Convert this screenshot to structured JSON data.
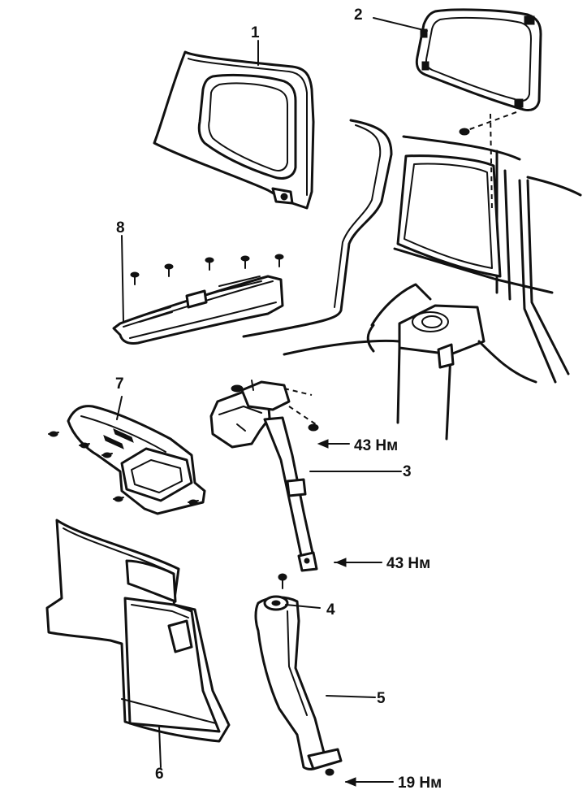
{
  "labels": {
    "part1": "1",
    "part2": "2",
    "part3": "3",
    "part4": "4",
    "part5": "5",
    "part6": "6",
    "part7": "7",
    "part8": "8"
  },
  "torques": {
    "belt_anchor_upper": "43 Нм",
    "belt_anchor_lower": "43 Нм",
    "pillar_trim_bottom": "19 Нм"
  }
}
